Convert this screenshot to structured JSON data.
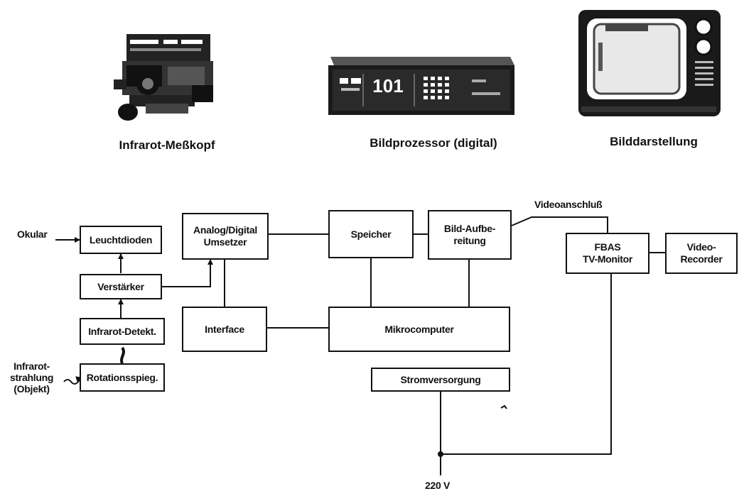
{
  "captions": {
    "measuring_head": "Infrarot-Meßkopf",
    "processor": "Bildprozessor (digital)",
    "display": "Bilddarstellung"
  },
  "processor_panel": {
    "digits": "101"
  },
  "blocks": {
    "leuchtdioden": "Leuchtdioden",
    "verstaerker": "Verstärker",
    "infrarot_detekt": "Infrarot-Detekt.",
    "rotationsspieg": "Rotationsspieg.",
    "ad_line1": "Analog/Digital",
    "ad_line2": "Umsetzer",
    "interface": "Interface",
    "speicher": "Speicher",
    "bild_line1": "Bild-Aufbe-",
    "bild_line2": "reitung",
    "mikrocomputer": "Mikrocomputer",
    "stromversorgung": "Stromversorgung",
    "fbas_line1": "FBAS",
    "fbas_line2": "TV-Monitor",
    "video_line1": "Video-",
    "video_line2": "Recorder"
  },
  "labels": {
    "okular": "Okular",
    "strahlung_line1": "Infrarot-",
    "strahlung_line2": "strahlung",
    "strahlung_line3": "(Objekt)",
    "videoanschluss": "Videoanschluß",
    "voltage": "220 V"
  }
}
